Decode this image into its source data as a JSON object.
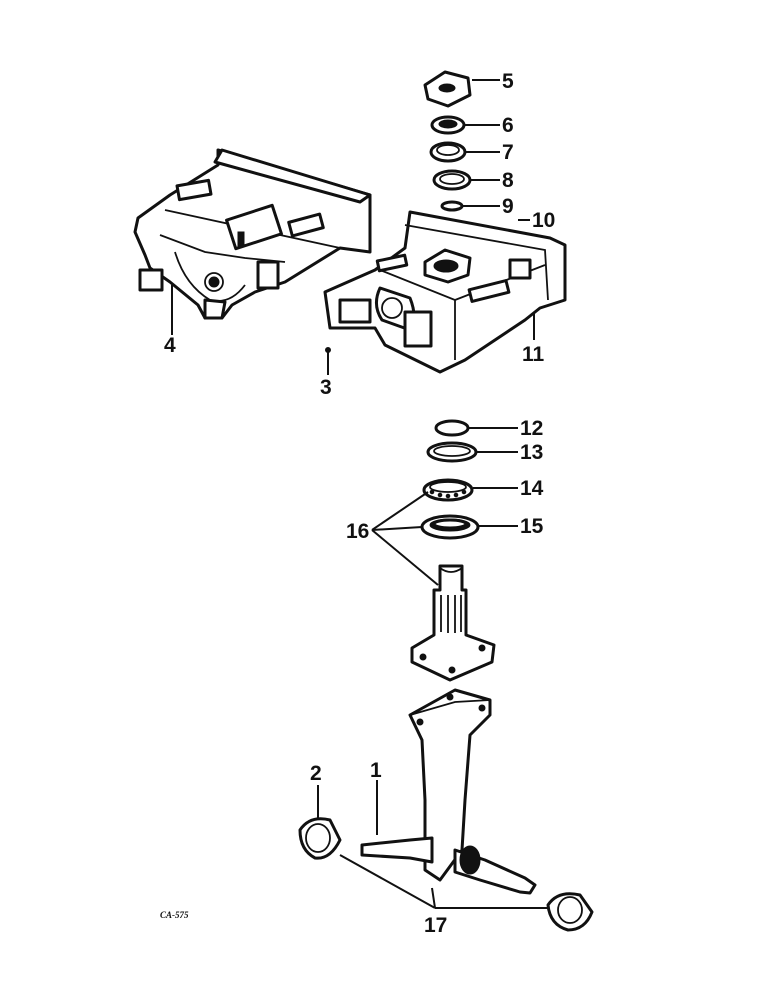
{
  "diagram": {
    "drawing_code": "CA-575",
    "callouts": [
      "1",
      "2",
      "3",
      "4",
      "5",
      "6",
      "7",
      "8",
      "9",
      "10",
      "11",
      "12",
      "13",
      "14",
      "15",
      "16",
      "17"
    ],
    "parts": [
      "left-bolster-casting",
      "right-bolster-casting",
      "bearing-cap",
      "oil-seal",
      "seal-retainer",
      "upper-bearing-cup",
      "snap-ring",
      "bolt",
      "lower-snap-ring",
      "bearing-cup",
      "tapered-roller-bearing",
      "lower-seal",
      "steering-knuckle-spindle",
      "kingpin-support",
      "wheel-spindle",
      "dust-cap-left",
      "dust-cap-right"
    ]
  }
}
